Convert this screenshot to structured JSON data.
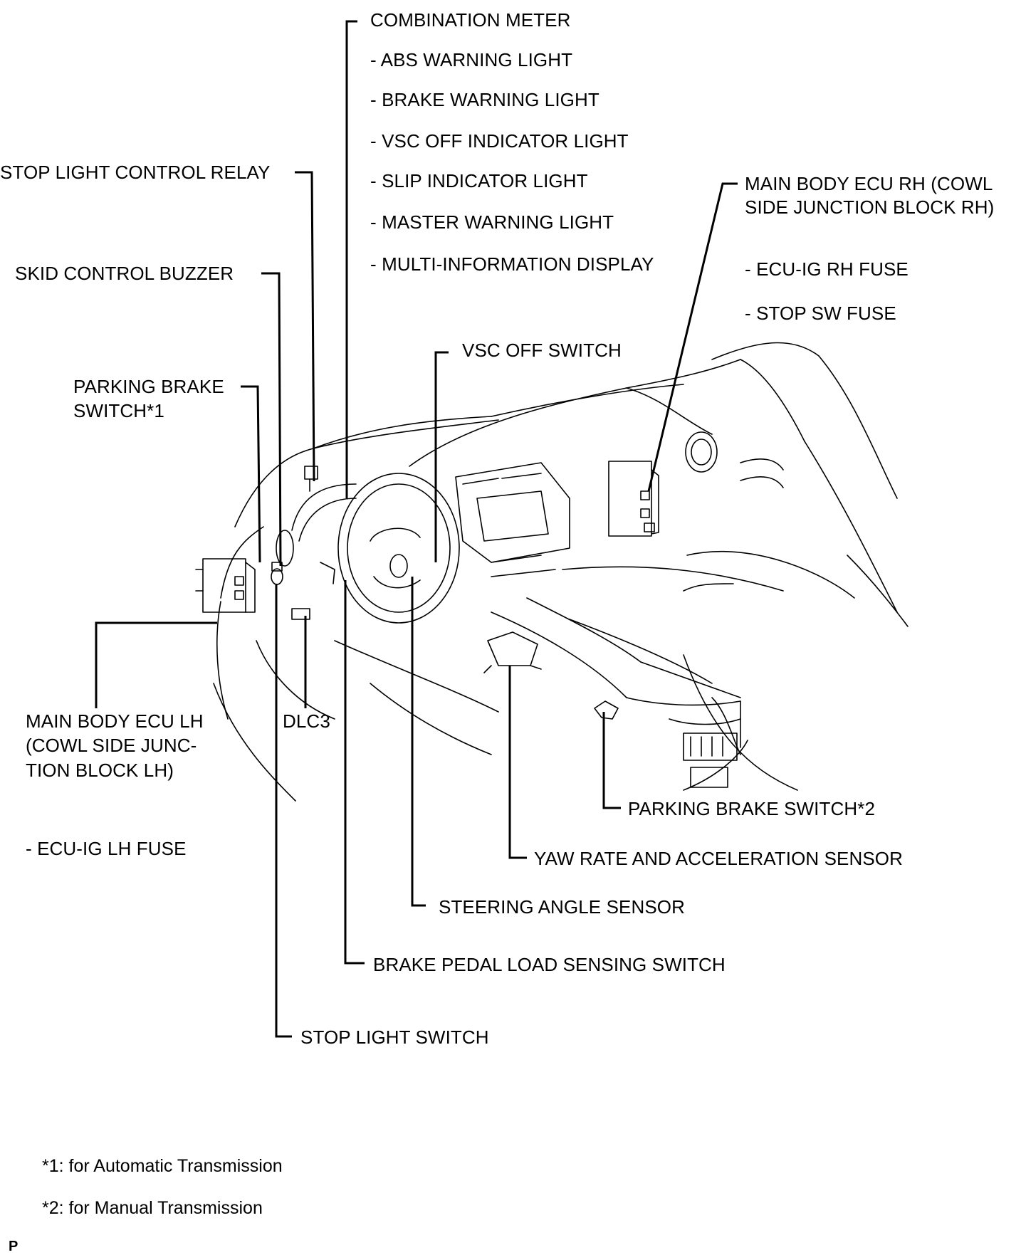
{
  "labels": {
    "combination_meter": "COMBINATION METER",
    "abs_warning_light": "- ABS WARNING LIGHT",
    "brake_warning_light": "- BRAKE WARNING LIGHT",
    "vsc_off_indicator_light": "- VSC OFF INDICATOR LIGHT",
    "slip_indicator_light": "- SLIP INDICATOR LIGHT",
    "master_warning_light": "- MASTER WARNING LIGHT",
    "multi_information_display": "- MULTI-INFORMATION DISPLAY",
    "stop_light_control_relay": "STOP LIGHT CONTROL RELAY",
    "skid_control_buzzer": "SKID CONTROL BUZZER",
    "parking_brake_switch_1_line1": "PARKING BRAKE",
    "parking_brake_switch_1_line2": "SWITCH*1",
    "main_body_ecu_rh_line1": "MAIN BODY ECU RH (COWL",
    "main_body_ecu_rh_line2": "SIDE JUNCTION BLOCK RH)",
    "ecu_ig_rh_fuse": "- ECU-IG RH FUSE",
    "stop_sw_fuse": "- STOP SW FUSE",
    "vsc_off_switch": "VSC OFF SWITCH",
    "main_body_ecu_lh_line1": "MAIN BODY ECU LH",
    "main_body_ecu_lh_line2": "(COWL SIDE JUNC-",
    "main_body_ecu_lh_line3": "TION BLOCK LH)",
    "ecu_ig_lh_fuse": "- ECU-IG LH FUSE",
    "dlc3": "DLC3",
    "parking_brake_switch_2": "PARKING BRAKE SWITCH*2",
    "yaw_rate_sensor": "YAW RATE AND ACCELERATION SENSOR",
    "steering_angle_sensor": "STEERING ANGLE SENSOR",
    "brake_pedal_load_sensing_switch": "BRAKE PEDAL LOAD SENSING SWITCH",
    "stop_light_switch": "STOP LIGHT SWITCH"
  },
  "footnotes": {
    "note1": "*1: for Automatic Transmission",
    "note2": "*2: for Manual Transmission"
  },
  "page_mark": "P"
}
